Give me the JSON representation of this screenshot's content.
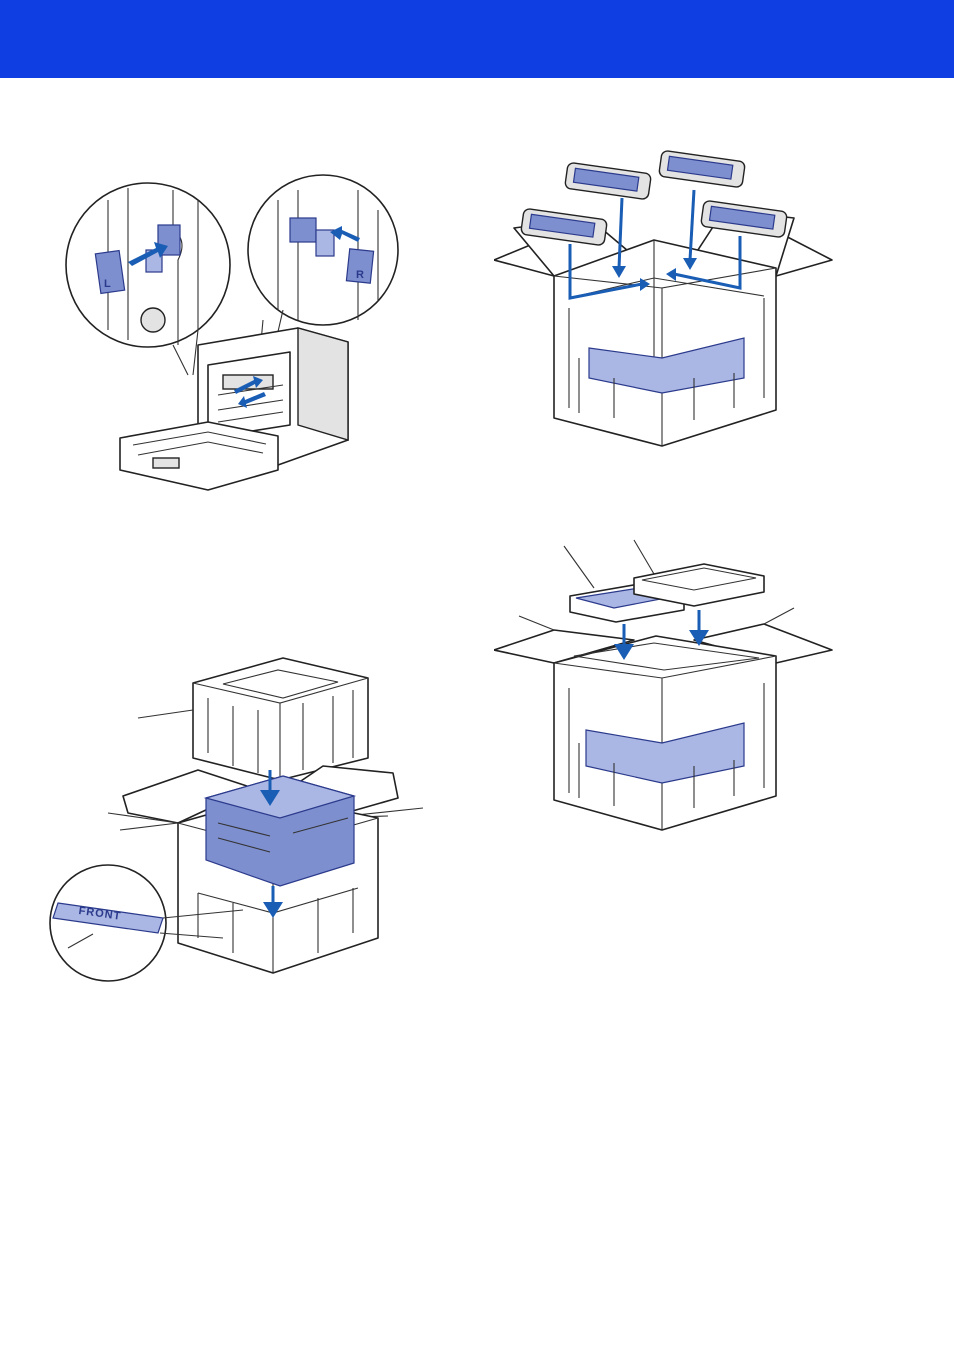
{
  "header": {
    "color": "#0f3fe3"
  },
  "illustrations": {
    "printer_clips": {
      "clip_left_label": "L",
      "clip_right_label": "R"
    },
    "box_bottom": {
      "callout_label": "FRONT"
    },
    "box_cartridges": {},
    "box_top": {}
  },
  "colors": {
    "accent_blue": "#1a5db5",
    "wrap_blue": "#7e8fcf"
  }
}
